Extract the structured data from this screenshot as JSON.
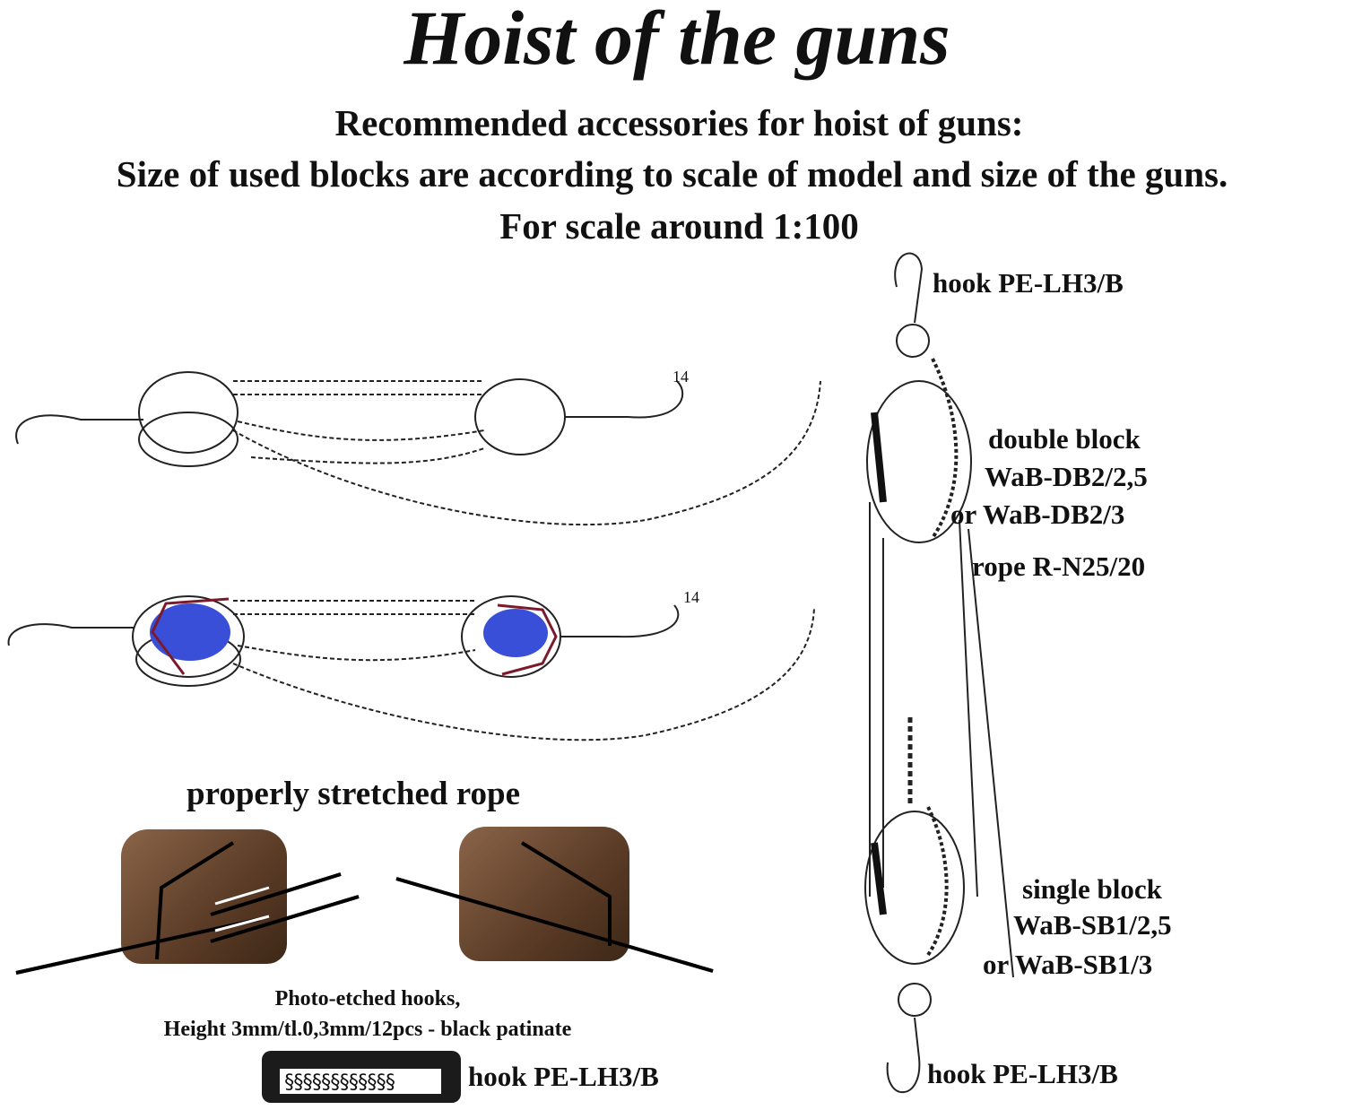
{
  "title": "Hoist of the guns",
  "subtitle": {
    "line1": "Recommended accessories for hoist of guns:",
    "line2": "Size of used blocks are according to scale of model and size of the guns.",
    "line3": "For scale around 1:100"
  },
  "labels": {
    "hook_top": "hook PE-LH3/B",
    "double_block": "double block",
    "double_block_code1": "WaB-DB2/2,5",
    "double_block_code2": "or WaB-DB2/3",
    "rope": "rope R-N25/20",
    "single_block": "single block",
    "single_block_code1": "WaB-SB1/2,5",
    "single_block_code2": "or WaB-SB1/3",
    "hook_bottom": "hook PE-LH3/B",
    "figure_number_1": "14",
    "figure_number_2": "14",
    "stretched_rope": "properly stretched rope",
    "pe_hooks_line1": "Photo-etched hooks,",
    "pe_hooks_line2": "Height 3mm/tl.0,3mm/12pcs - black patinate",
    "pe_hook_label": "hook PE-LH3/B"
  },
  "colors": {
    "highlight_fill": "#3a4fd8",
    "highlight_outline": "#7a1a2a",
    "wood": "#6b4a32"
  }
}
